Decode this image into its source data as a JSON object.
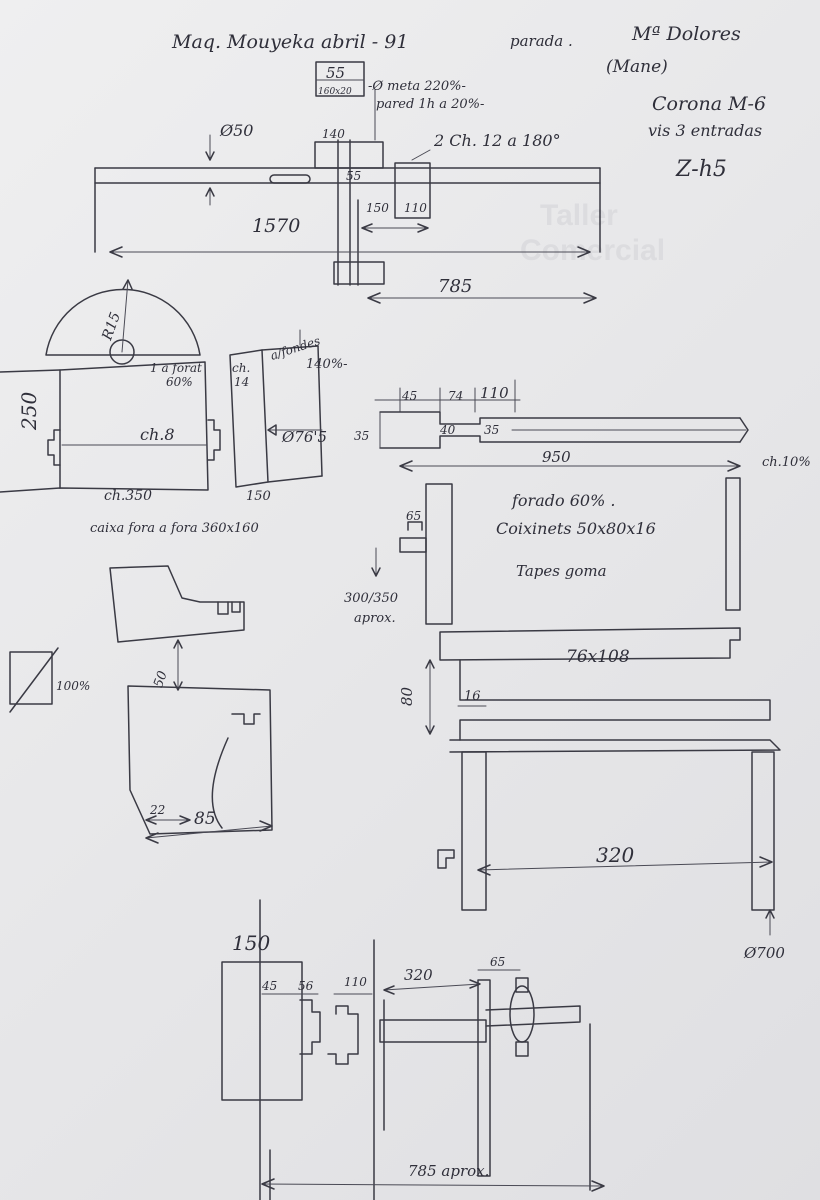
{
  "header": {
    "title": "Maq. Mouyeka abril - 91",
    "owner_prefix": "parada .",
    "owner_name": "Mª Dolores",
    "owner_note": "(Mane)"
  },
  "specs": {
    "line1": "Corona M-6",
    "line2": "vis 3 entradas",
    "line3": "Z-h5"
  },
  "top_assembly": {
    "box_top": "55",
    "box_bottom": "160x20",
    "note_speed": "-Ø meta 220%-",
    "note_wall": "pared 1h a 20%-",
    "note_channel": "2 Ch. 12 a 180°",
    "diameter": "Ø50",
    "dim_140": "140",
    "dim_55": "55",
    "dim_150": "150",
    "dim_110": "110",
    "length": "1570",
    "length2": "785"
  },
  "arc_detail": {
    "radius": "R15",
    "note_forat_a": "1 a forat",
    "note_forat_b": "60%",
    "ch8": "ch.8",
    "ch350": "ch.350",
    "side_250": "250",
    "box_note": "caixa fora a fora 360x160"
  },
  "channel_detail": {
    "ch_a": "ch.",
    "ch_b": "14",
    "note_a": "a/fondes",
    "note_b": "140%-",
    "diameter": "Ø76'5",
    "dim_150": "150"
  },
  "shaft_mid": {
    "dim_45": "45",
    "dim_74": "74",
    "dim_110": "110",
    "dim_35a": "35",
    "dim_40": "40",
    "dim_35b": "35",
    "length": "950",
    "chamfer": "ch.10%"
  },
  "notes_mid": {
    "line1": "forado 60% .",
    "line2": "Coixinets 50x80x16",
    "line3": "Tapes goma"
  },
  "profile_small": {
    "dim_65": "65",
    "range_a": "300/350",
    "range_b": "aprox."
  },
  "dims_lower": {
    "section": "76x108",
    "dim_80": "80",
    "dim_16": "16",
    "dim_320": "320",
    "dia_700": "Ø700"
  },
  "profile_left": {
    "pct": "100%",
    "dim_50": "50",
    "dim_22": "22",
    "dim_85": "85"
  },
  "bottom_assembly": {
    "dim_150": "150",
    "dim_45": "45",
    "dim_56": "56",
    "dim_110": "110",
    "dim_320": "320",
    "dim_65": "65",
    "length": "785 aprox."
  },
  "watermark": {
    "line1": "Taller",
    "line2": "Comercial"
  },
  "colors": {
    "paper": "#e9e9ea",
    "ink": "#3a3a44"
  }
}
